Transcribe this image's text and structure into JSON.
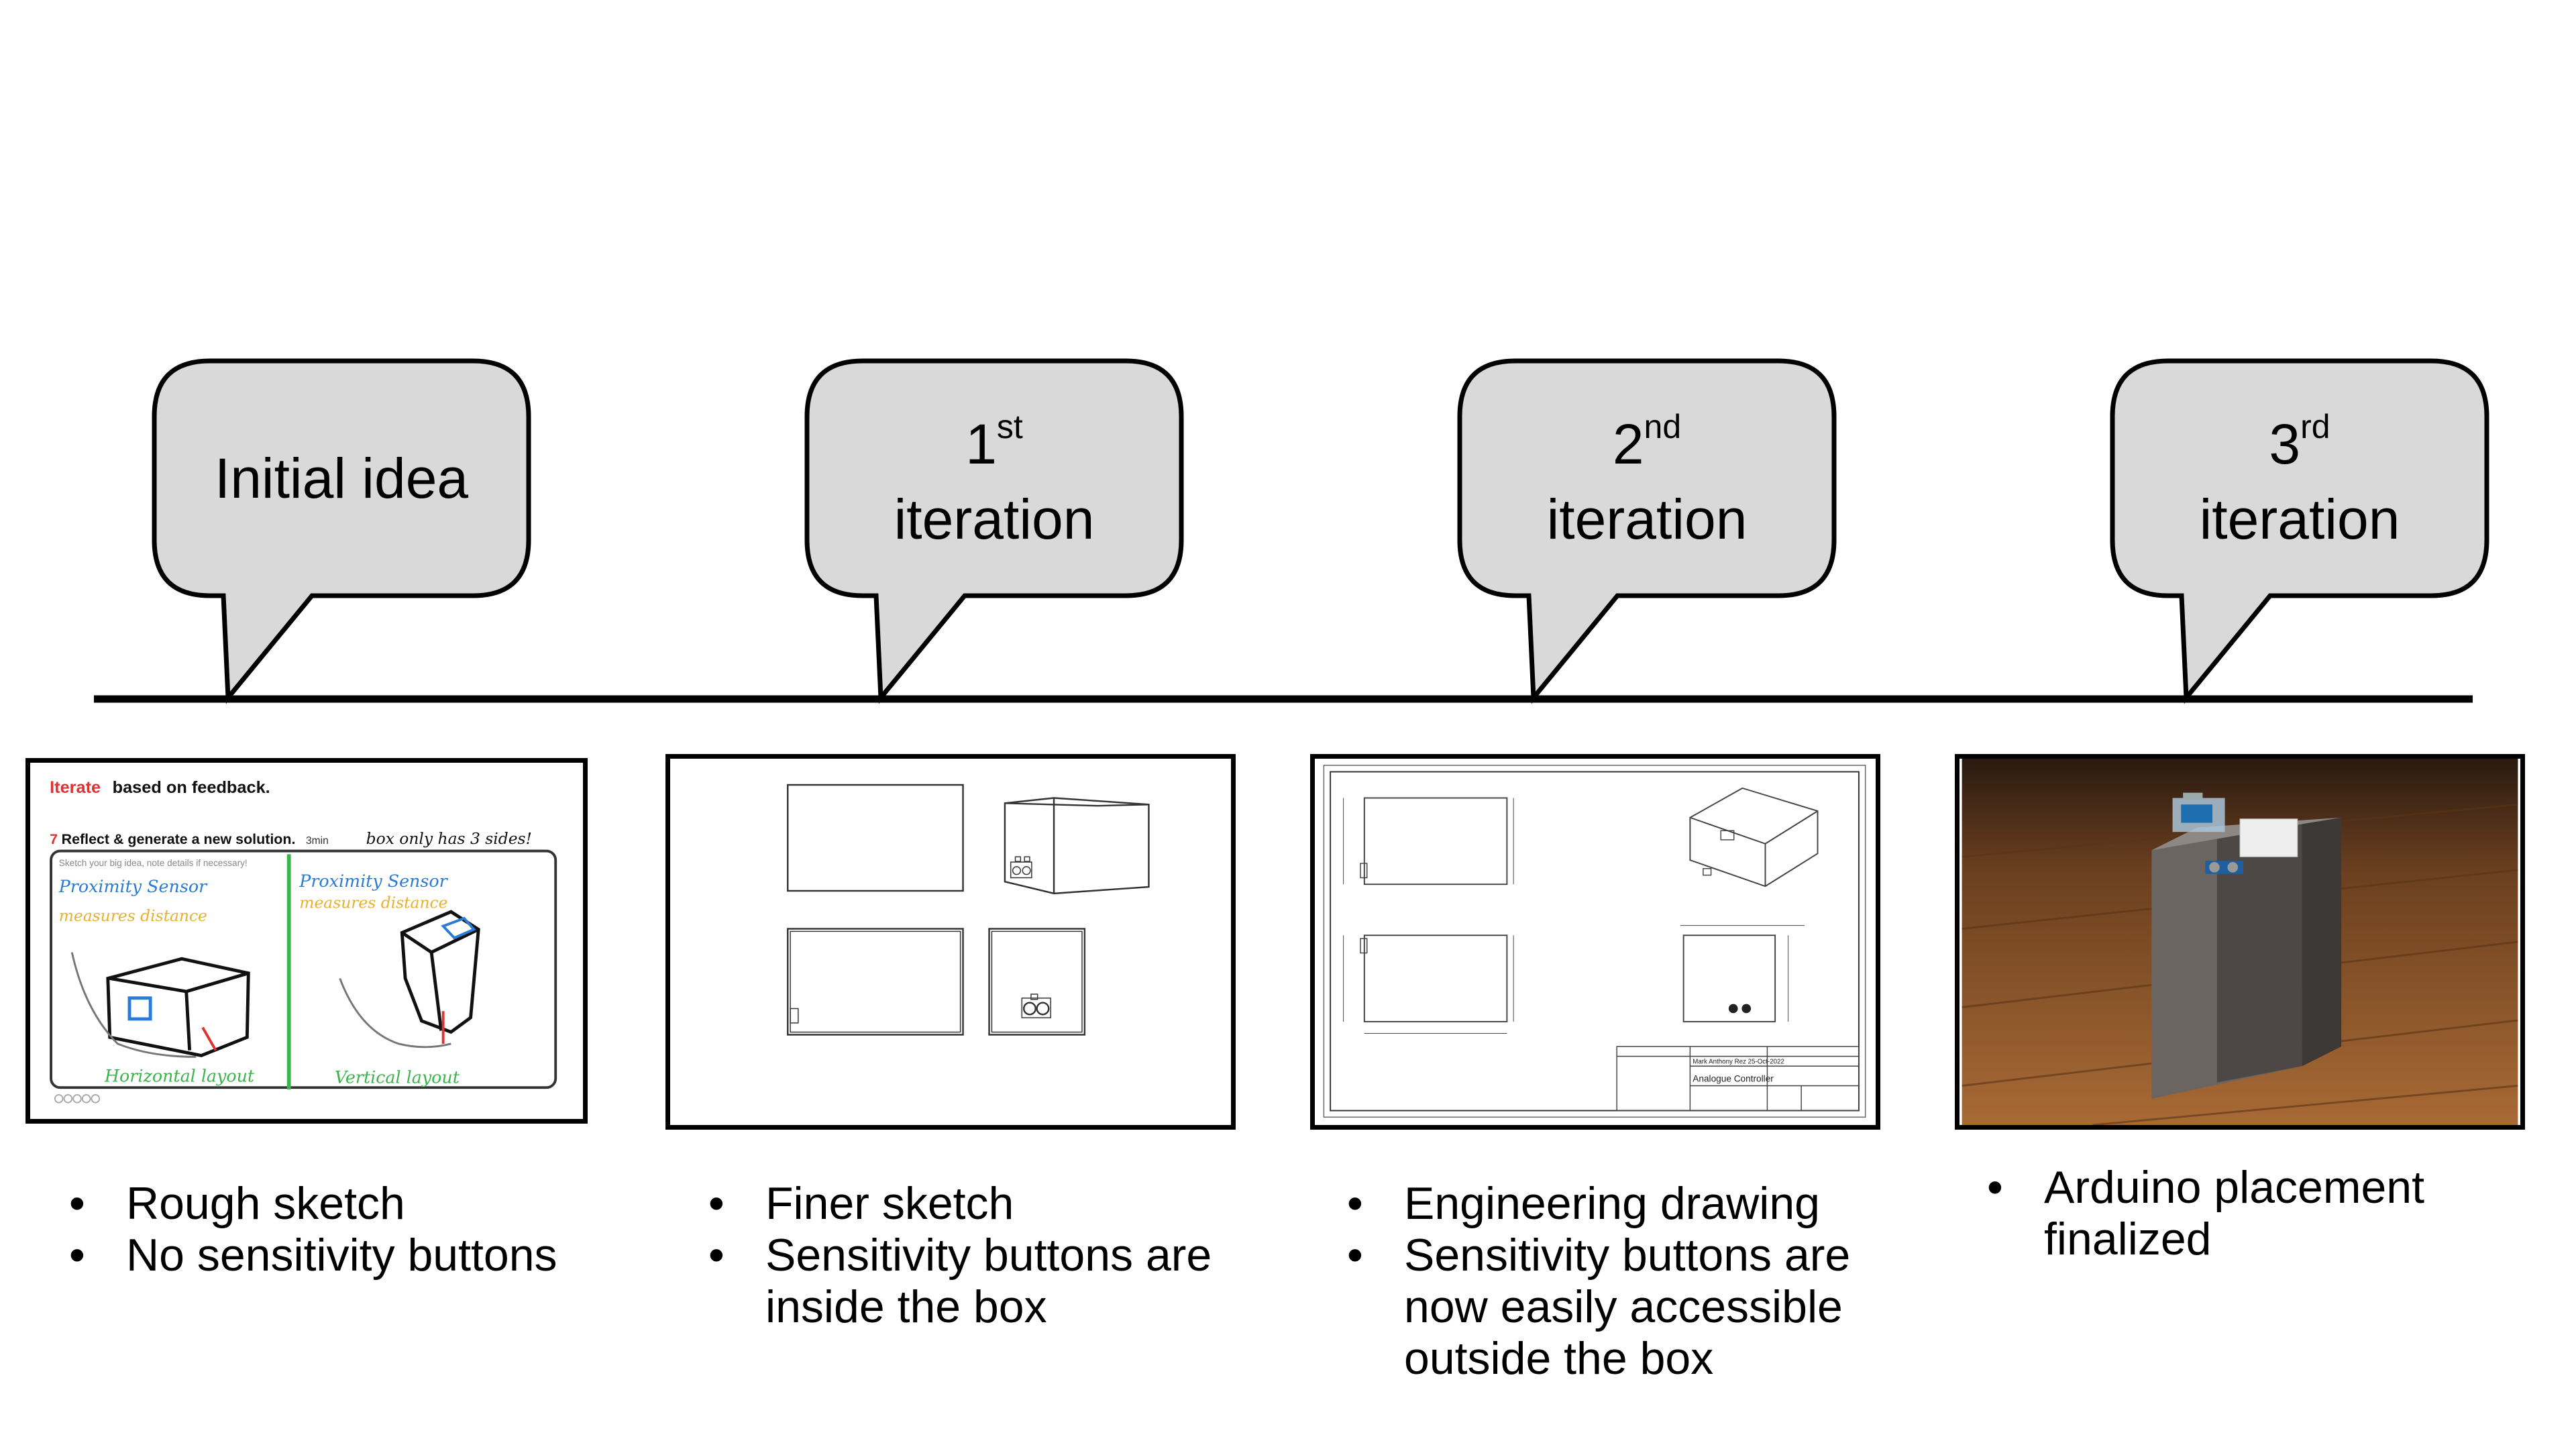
{
  "stages": [
    {
      "bubble_ordinal": "",
      "bubble_suffix": "",
      "bubble_text": "Initial idea",
      "image": "sketch",
      "image_texts": {
        "iterate": "Iterate",
        "based": " based on feedback.",
        "step_num": "7",
        "step": "Reflect & generate a new solution.",
        "time": "3min",
        "note": "box only has 3 sides!",
        "hint": "Sketch your big idea, note details if necessary!",
        "left_sensor": "Proximity Sensor",
        "left_measure": "measures distance",
        "left_layout": "Horizontal layout",
        "right_sensor": "Proximity Sensor",
        "right_measure": "measures distance",
        "right_layout": "Vertical layout"
      },
      "bullets": [
        "Rough sketch",
        "No sensitivity buttons"
      ]
    },
    {
      "bubble_ordinal": "1",
      "bubble_suffix": "st",
      "bubble_text": "iteration",
      "image": "finer-sketch",
      "bullets": [
        "Finer sketch",
        "Sensitivity buttons are inside the box"
      ]
    },
    {
      "bubble_ordinal": "2",
      "bubble_suffix": "nd",
      "bubble_text": "iteration",
      "image": "engineering-drawing",
      "image_texts": {
        "title_name": "Analogue Controller",
        "author": "Mark Anthony Rez  25-Oct-2022"
      },
      "bullets": [
        "Engineering drawing",
        "Sensitivity buttons are now easily accessible outside the box"
      ]
    },
    {
      "bubble_ordinal": "3",
      "bubble_suffix": "rd",
      "bubble_text": "iteration",
      "image": "photo",
      "bullets": [
        "Arduino placement finalized"
      ]
    }
  ],
  "colors": {
    "bubble_fill": "#d9d9d9",
    "line": "#000000",
    "floor": "#8a5a2b",
    "sketch_blue": "#2a7bd6",
    "sketch_yellow": "#e8b030",
    "sketch_green": "#3cb44b",
    "sketch_red": "#d33"
  }
}
